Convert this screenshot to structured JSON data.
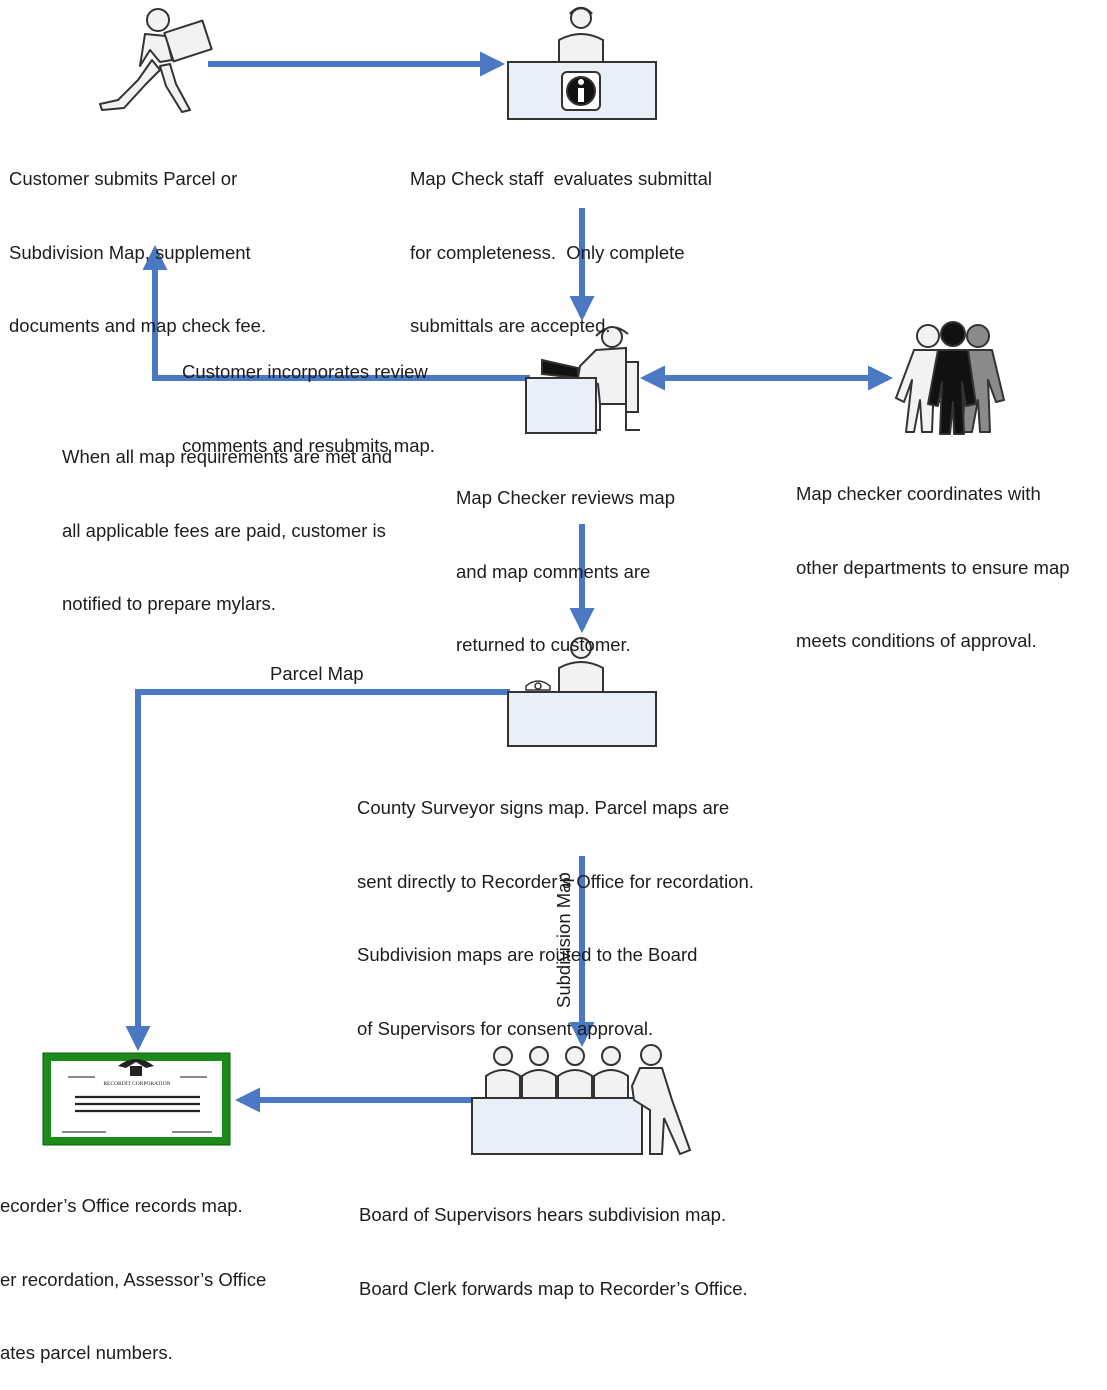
{
  "steps": {
    "submit": {
      "lines": [
        "Customer submits Parcel or",
        "Subdivision Map, supplement",
        "documents and map check fee."
      ]
    },
    "evaluate": {
      "lines": [
        "Map Check staff  evaluates submittal",
        "for completeness.  Only complete",
        "submittals are accepted."
      ]
    },
    "resubmit": {
      "lines": [
        "Customer incorporates review",
        "comments and resubmits map."
      ]
    },
    "notify": {
      "lines": [
        "When all map requirements are met and",
        "all applicable fees are paid, customer is",
        "notified to prepare mylars."
      ]
    },
    "review": {
      "lines": [
        "Map Checker reviews map",
        "and map comments are",
        "returned to customer."
      ]
    },
    "coordinate": {
      "lines": [
        "Map checker coordinates with",
        "other departments to ensure map",
        "meets conditions of approval."
      ]
    },
    "surveyor": {
      "lines": [
        "County Surveyor signs map. Parcel maps are",
        "sent directly to Recorder’s Office for recordation.",
        "Subdivision maps are routed to the Board",
        "of Supervisors for consent approval."
      ]
    },
    "board": {
      "lines": [
        "Board of Supervisors hears subdivision map.",
        "Board Clerk forwards map to Recorder’s Office."
      ]
    },
    "recorder": {
      "lines": [
        "ecorder’s Office records map.",
        "er recordation, Assessor’s Office",
        "ates parcel numbers."
      ]
    }
  },
  "labels": {
    "parcel_map": "Parcel Map",
    "subdivision_map": "Subdivision Map"
  },
  "certificate_text": "RECORDIT CORPORATION",
  "colors": {
    "arrow": "#4a78c2",
    "certificate_border": "#1b8a1b",
    "desk_fill": "#eaeef6"
  }
}
